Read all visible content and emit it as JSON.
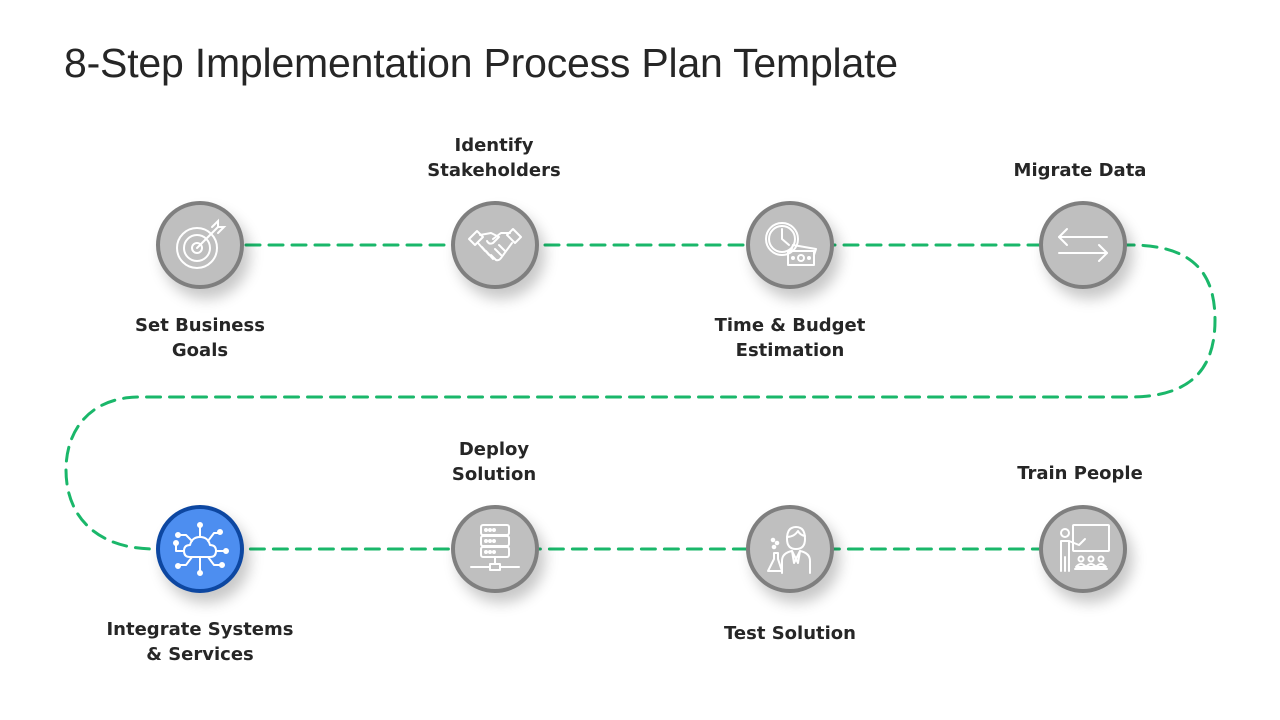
{
  "title": "8-Step Implementation Process Plan Template",
  "colors": {
    "path": "#1ab76a",
    "node_fill": "#bfbfbf",
    "node_border": "#7f7f7f",
    "active_fill": "#4d8ef0",
    "active_border": "#0d47a1",
    "icon_stroke": "#ffffff"
  },
  "steps": [
    {
      "id": 1,
      "label_lines": [
        "Set Business",
        "Goals"
      ],
      "icon": "target-icon",
      "active": false
    },
    {
      "id": 2,
      "label_lines": [
        "Identify",
        "Stakeholders"
      ],
      "icon": "handshake-icon",
      "active": false
    },
    {
      "id": 3,
      "label_lines": [
        "Time & Budget",
        "Estimation"
      ],
      "icon": "clock-money-icon",
      "active": false
    },
    {
      "id": 4,
      "label_lines": [
        "Migrate Data"
      ],
      "icon": "exchange-arrows-icon",
      "active": false
    },
    {
      "id": 5,
      "label_lines": [
        "Integrate Systems",
        "& Services"
      ],
      "icon": "cloud-network-icon",
      "active": true
    },
    {
      "id": 6,
      "label_lines": [
        "Deploy",
        "Solution"
      ],
      "icon": "server-icon",
      "active": false
    },
    {
      "id": 7,
      "label_lines": [
        "Test Solution"
      ],
      "icon": "scientist-icon",
      "active": false
    },
    {
      "id": 8,
      "label_lines": [
        "Train People"
      ],
      "icon": "presentation-icon",
      "active": false
    }
  ]
}
